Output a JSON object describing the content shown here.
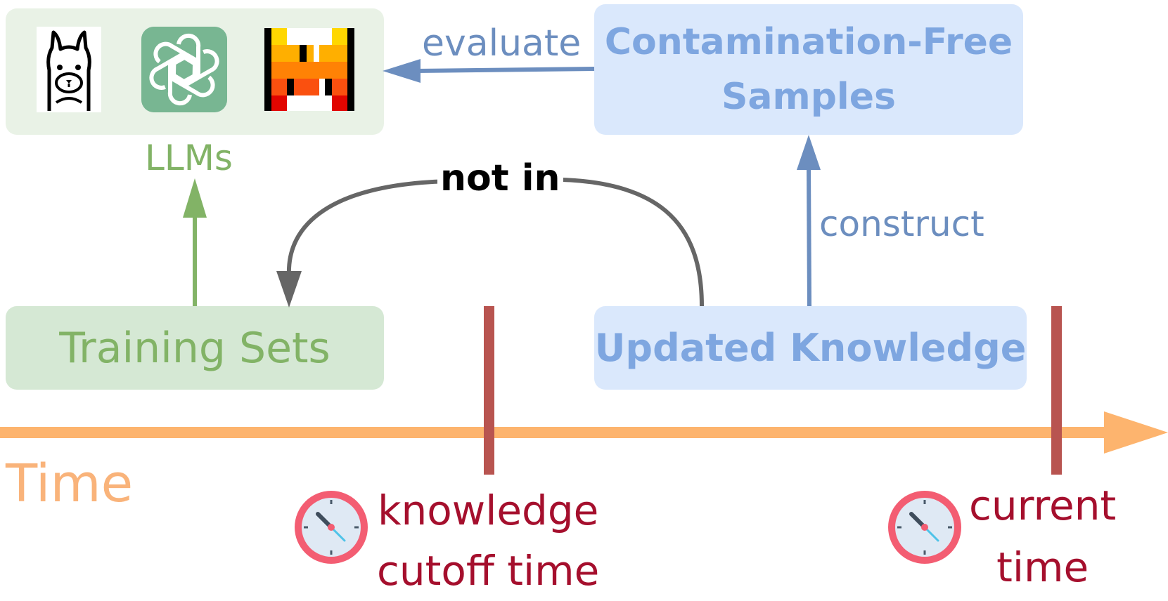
{
  "llms_group": {
    "label": "LLMs",
    "icons": [
      "llama-icon",
      "openai-icon",
      "mistral-icon"
    ]
  },
  "training_sets": {
    "label": "Training Sets"
  },
  "contamination_free": {
    "line1": "Contamination-Free",
    "line2": "Samples"
  },
  "updated_knowledge": {
    "label": "Updated Knowledge"
  },
  "edges": {
    "evaluate": "evaluate",
    "construct": "construct",
    "not_in": "not in"
  },
  "timeline": {
    "axis_label": "Time",
    "knowledge_cutoff": {
      "line1": "knowledge",
      "line2": "cutoff time"
    },
    "current": {
      "line1": "current",
      "line2": "time"
    }
  },
  "colors": {
    "green_stroke": "#82b366",
    "green_fill": "#d5e8d4",
    "blue_stroke": "#6c8ebf",
    "blue_fill": "#dae8fc",
    "blue_text": "#7ea6e0",
    "timeline_orange": "#fdb46e",
    "marker_red": "#b85450",
    "label_red": "#a50f2d",
    "curve_gray": "#666666"
  }
}
